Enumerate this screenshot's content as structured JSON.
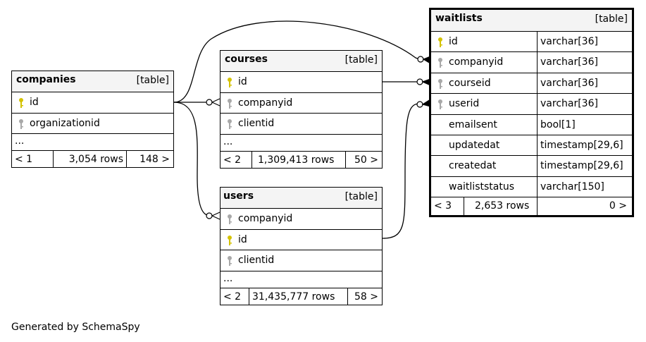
{
  "footer": "Generated by SchemaSpy",
  "colors": {
    "primary_key": "#d4c200",
    "foreign_key": "#a8a8a8",
    "header_bg": "#f4f4f4",
    "line": "#000000"
  },
  "companies": {
    "name": "companies",
    "type": "[table]",
    "columns": [
      {
        "name": "id",
        "icon": "primary-key-icon"
      },
      {
        "name": "organizationid",
        "icon": "foreign-key-icon"
      }
    ],
    "more": "...",
    "prev": "< 1",
    "rows": "3,054 rows",
    "next": "148 >"
  },
  "courses": {
    "name": "courses",
    "type": "[table]",
    "columns": [
      {
        "name": "id",
        "icon": "primary-key-icon"
      },
      {
        "name": "companyid",
        "icon": "foreign-key-icon"
      },
      {
        "name": "clientid",
        "icon": "foreign-key-icon"
      }
    ],
    "more": "...",
    "prev": "< 2",
    "rows": "1,309,413 rows",
    "next": "50 >"
  },
  "users": {
    "name": "users",
    "type": "[table]",
    "columns": [
      {
        "name": "companyid",
        "icon": "foreign-key-icon"
      },
      {
        "name": "id",
        "icon": "primary-key-icon"
      },
      {
        "name": "clientid",
        "icon": "foreign-key-icon"
      }
    ],
    "more": "...",
    "prev": "< 2",
    "rows": "31,435,777 rows",
    "next": "58 >"
  },
  "waitlists": {
    "name": "waitlists",
    "type": "[table]",
    "columns": [
      {
        "name": "id",
        "type": "varchar[36]",
        "icon": "primary-key-icon"
      },
      {
        "name": "companyid",
        "type": "varchar[36]",
        "icon": "foreign-key-icon"
      },
      {
        "name": "courseid",
        "type": "varchar[36]",
        "icon": "foreign-key-icon"
      },
      {
        "name": "userid",
        "type": "varchar[36]",
        "icon": "foreign-key-icon"
      },
      {
        "name": "emailsent",
        "type": "bool[1]"
      },
      {
        "name": "updatedat",
        "type": "timestamp[29,6]"
      },
      {
        "name": "createdat",
        "type": "timestamp[29,6]"
      },
      {
        "name": "waitliststatus",
        "type": "varchar[150]"
      }
    ],
    "prev": "< 3",
    "rows": "2,653 rows",
    "next": "0 >"
  }
}
